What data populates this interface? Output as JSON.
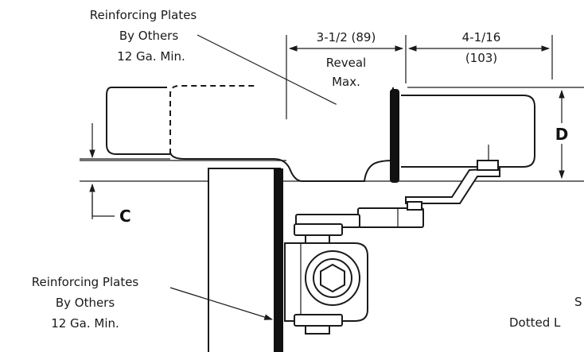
{
  "labels": {
    "top_plates": [
      "Reinforcing Plates",
      "By Others",
      "12 Ga. Min."
    ],
    "bottom_plates": [
      "Reinforcing Plates",
      "By Others",
      "12 Ga. Min."
    ],
    "reveal_dim": "3-1/2 (89)",
    "reveal_note": [
      "Reveal",
      "Max."
    ],
    "offset_dim": [
      "4-1/16",
      "(103)"
    ],
    "dim_d": "D",
    "dim_c": "C",
    "cut_note_1": "S",
    "cut_note_2": "Dotted L"
  }
}
